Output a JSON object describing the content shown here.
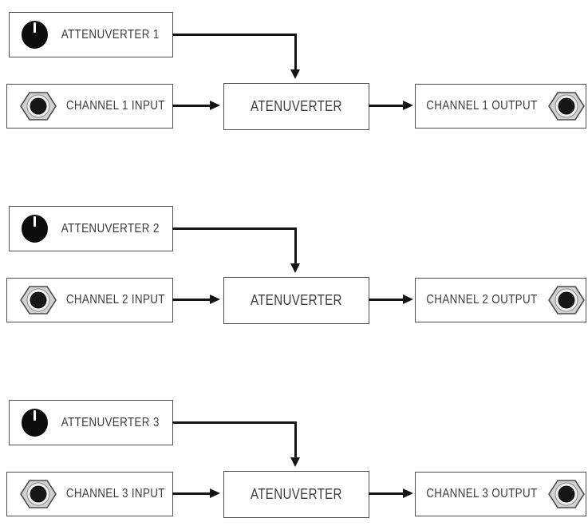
{
  "diagram": {
    "channels": [
      {
        "knob_label": "ATTENUVERTER 1",
        "input_label": "CHANNEL 1 INPUT",
        "process_label": "ATENUVERTER",
        "output_label": "CHANNEL 1 OUTPUT"
      },
      {
        "knob_label": "ATTENUVERTER 2",
        "input_label": "CHANNEL 2 INPUT",
        "process_label": "ATENUVERTER",
        "output_label": "CHANNEL 2 OUTPUT"
      },
      {
        "knob_label": "ATTENUVERTER 3",
        "input_label": "CHANNEL 3 INPUT",
        "process_label": "ATENUVERTER",
        "output_label": "CHANNEL 3 OUTPUT"
      }
    ],
    "icons": {
      "knob": "knob-icon",
      "jack": "jack-socket-icon",
      "arrowhead_right": "arrowhead-right-icon",
      "arrowhead_down": "arrowhead-down-icon"
    },
    "colors": {
      "background": "#ffffff",
      "box_border": "#4e4e4e",
      "text": "#3c3c3c",
      "arrow": "#141414",
      "knob": "#0c0c0c",
      "knob_tick": "#ffffff",
      "jack_fill": "#d2d2d2",
      "jack_stroke": "#4a4a4a",
      "jack_ring": "#8c8c8c",
      "jack_center": "#161616"
    }
  }
}
